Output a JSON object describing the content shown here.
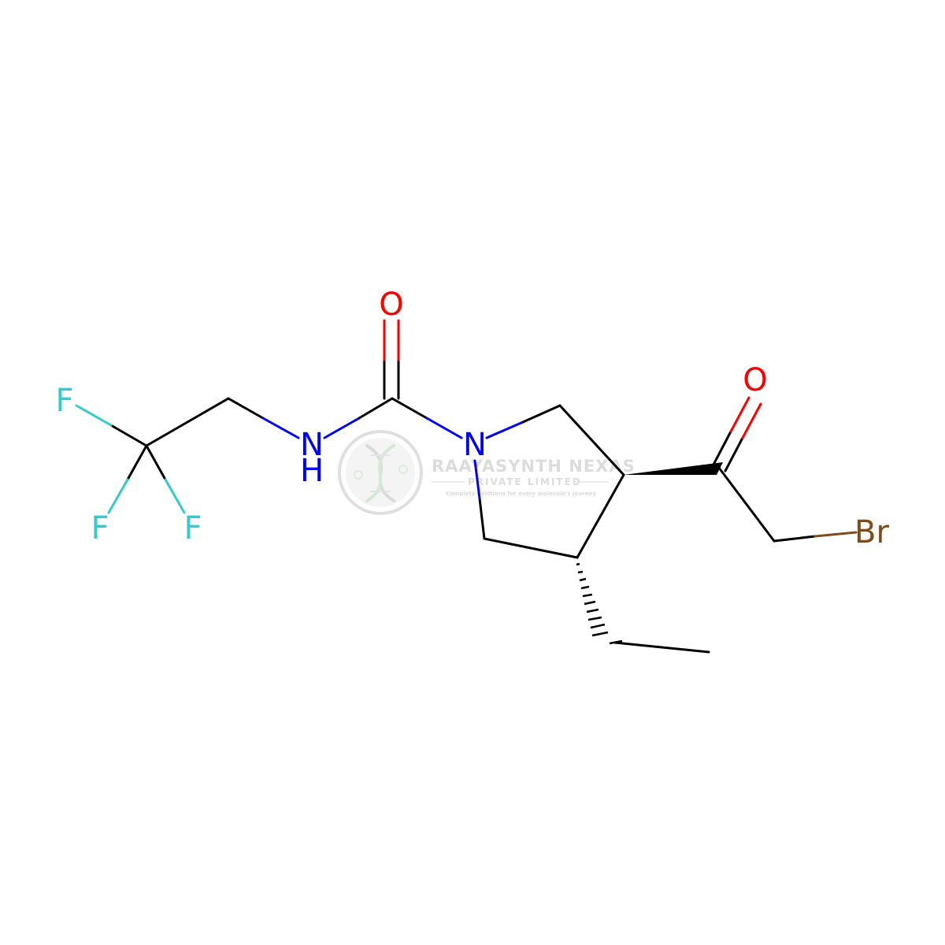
{
  "colors": {
    "bond": "#000000",
    "nitrogen": "#0000ff",
    "oxygen": "#ff0000",
    "fluorine": "#33cccc",
    "bromine": "#7f4c19",
    "watermark": "#d9d9d9"
  },
  "molecule": {
    "atoms": {
      "o_urea": "O",
      "o_ketone": "O",
      "n_ring": "N",
      "n_amide": "N",
      "h_amide": "H",
      "f_top": "F",
      "f_left": "F",
      "f_right": "F",
      "br": "Br"
    }
  },
  "watermark": {
    "company": "RAAYASYNTH NEXAS",
    "subtitle": "PRIVATE LIMITED",
    "tagline": "Complete solutions for every molecule's journey",
    "logo_icon": "dna-helix-icon"
  }
}
